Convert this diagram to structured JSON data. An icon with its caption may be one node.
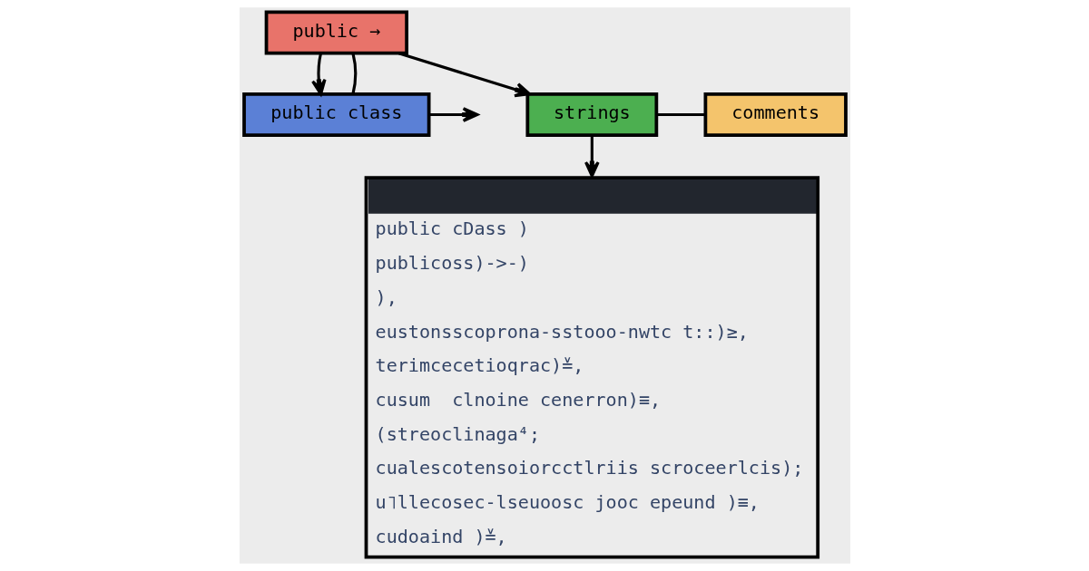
{
  "diagram": {
    "nodes": [
      {
        "text": [
          "public cDass )",
          "publicoss)->-)",
          "),",
          "eustonsscoprona-sstooo-nwtc t::)≥,",
          "terimcecetioqrac)≚,",
          "cusum  clnoine cenerron)≡,",
          "(streoclinaga⁴;",
          "cualescotensoiorcctlriis scroceerlcis);",
          "u˥llecosec-lseuoosc jooc epeund )≡,",
          "cudoaind )≚,"
        ]
      },
      {
        "text": [
          "public →"
        ]
      },
      {
        "text": [
          "public class"
        ]
      },
      {
        "text": [
          "strings"
        ]
      },
      {
        "text": [
          "comments"
        ]
      }
    ],
    "edges": [
      {
        "from": 1,
        "to": 3,
        "arrow": "to"
      },
      {
        "from": 1,
        "to": 2,
        "arrow": "to"
      },
      {
        "from": 1,
        "to": 2,
        "arrow": "none"
      },
      {
        "from": 2,
        "to": null,
        "arrow": "to"
      },
      {
        "from": 3,
        "to": 0,
        "arrow": "to"
      },
      {
        "from": 3,
        "to": 4,
        "arrow": "none"
      }
    ]
  }
}
